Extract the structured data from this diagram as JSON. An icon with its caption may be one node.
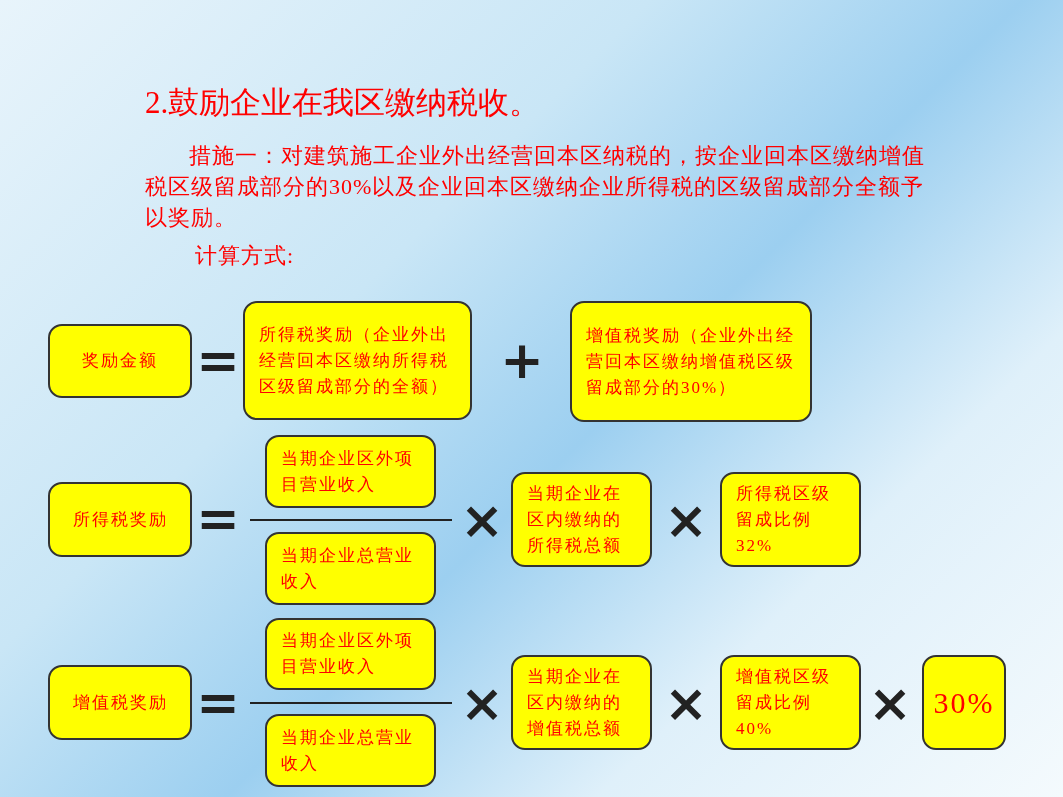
{
  "diagram": {
    "title": "2.鼓励企业在我区缴纳税收。",
    "nodes": [
      {
        "text": [
          "奖励金额"
        ]
      },
      {
        "text": [
          "所得税奖励（企业外出经营回本区缴纳所得税区级留成部分的全额）"
        ]
      },
      {
        "text": [
          "增值税奖励（企业外出经营回本区缴纳增值税区级留成部分的30%）"
        ]
      },
      {
        "text": [
          "所得税奖励"
        ]
      },
      {
        "text": [
          "当期企业区外项目营业收入"
        ]
      },
      {
        "text": [
          "当期企业总营业收入"
        ]
      },
      {
        "text": [
          "当期企业在区内缴纳的所得税总额"
        ]
      },
      {
        "text": [
          "所得税区级留成比例32%"
        ]
      },
      {
        "text": [
          "增值税奖励"
        ]
      },
      {
        "text": [
          "当期企业区外项目营业收入"
        ]
      },
      {
        "text": [
          "当期企业总营业收入"
        ]
      },
      {
        "text": [
          "当期企业在区内缴纳的增值税总额"
        ]
      },
      {
        "text": [
          "增值税区级留成比例40%"
        ]
      },
      {
        "text": [
          "30%"
        ]
      }
    ],
    "labels": [
      "措施一：对建筑施工企业外出经营回本区纳税的，按企业回本区缴纳增值税区级留成部分的30%以及企业回本区缴纳企业所得税的区级留成部分全额予以奖励。",
      "计算方式:",
      "=",
      "+",
      "=",
      "×",
      "×",
      "=",
      "×",
      "×",
      "×"
    ]
  }
}
